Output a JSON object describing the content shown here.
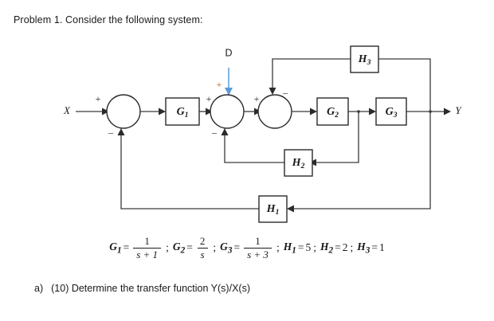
{
  "problem": {
    "title": "Problem 1. Consider the following system:"
  },
  "diagram": {
    "input_label": "X",
    "output_label": "Y",
    "disturbance_label": "D",
    "blocks": [
      {
        "name": "G1",
        "base": "G",
        "sub": "1"
      },
      {
        "name": "G2",
        "base": "G",
        "sub": "2"
      },
      {
        "name": "G3",
        "base": "G",
        "sub": "3"
      },
      {
        "name": "H1",
        "base": "H",
        "sub": "1"
      },
      {
        "name": "H2",
        "base": "H",
        "sub": "2"
      },
      {
        "name": "H3",
        "base": "H",
        "sub": "3"
      }
    ],
    "signs": {
      "sum1_in": "+",
      "sum1_fb": "–",
      "sum2_in": "+",
      "sum2_dist": "+",
      "sum2_fb": "–",
      "sum3_in": "+",
      "sum3_fb": "–"
    },
    "colors": {
      "wire": "#3a3a3a",
      "block_stroke": "#2b2b2b",
      "disturbance": "#5b9bd5",
      "disturbance_sign": "#c55a11"
    }
  },
  "equations": {
    "g1": {
      "lhs": "G",
      "sub": "1",
      "eq": "=",
      "num": "1",
      "den_var": "s",
      "den_plus": "+ 1",
      "term": "s + 1"
    },
    "g2": {
      "lhs": "G",
      "sub": "2",
      "eq": "=",
      "num": "2",
      "den": "s"
    },
    "g3": {
      "lhs": "G",
      "sub": "3",
      "eq": "=",
      "num": "1",
      "den": "s + 3"
    },
    "h1": {
      "lhs": "H",
      "sub": "1",
      "eq": "=",
      "value": "5"
    },
    "h2": {
      "lhs": "H",
      "sub": "2",
      "eq": "=",
      "value": "2"
    },
    "h3": {
      "lhs": "H",
      "sub": "3",
      "eq": "=",
      "value": "1"
    },
    "semicolon": ";"
  },
  "question": {
    "label": "a)",
    "text": "(10) Determine the transfer function Y(s)/X(s)"
  }
}
